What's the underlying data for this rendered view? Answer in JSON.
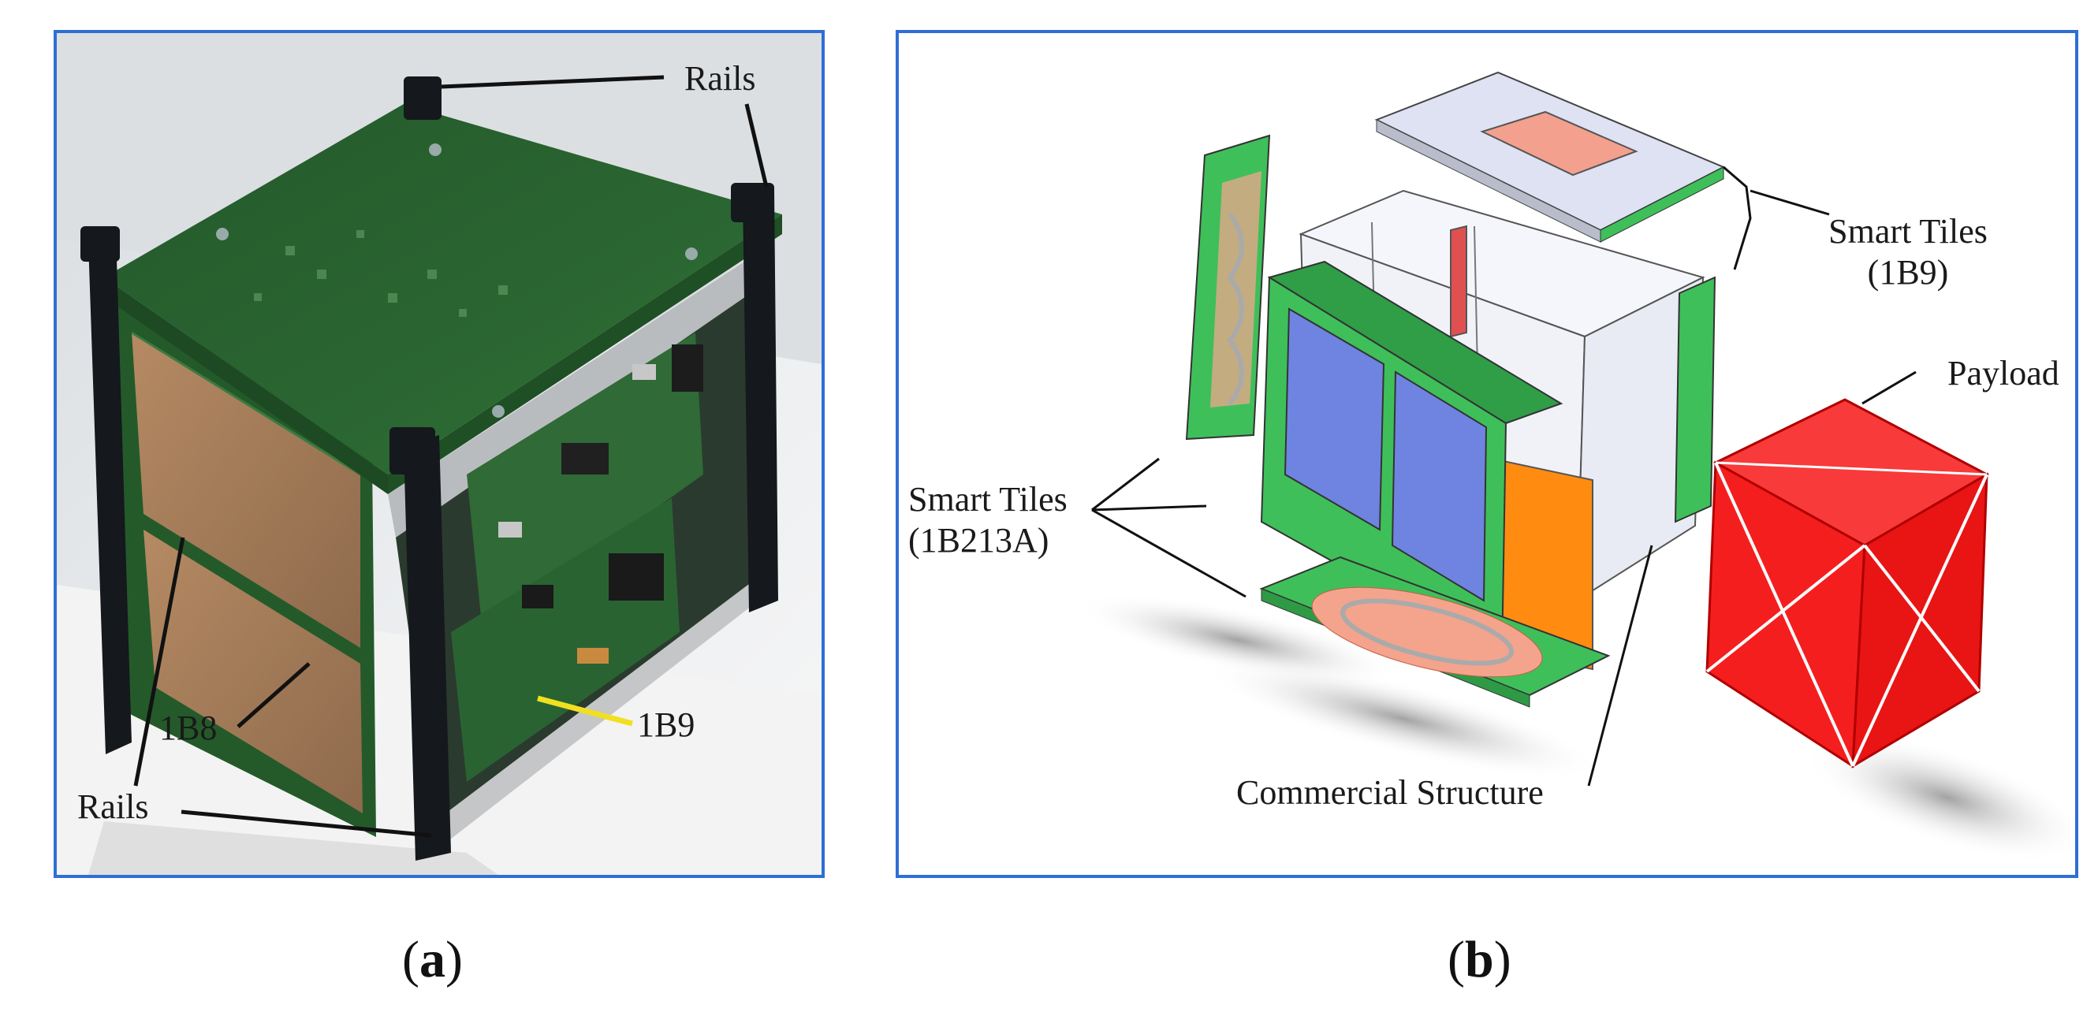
{
  "panel_a": {
    "labels": {
      "rails_top": "Rails",
      "rails_bottom": "Rails",
      "tile_1b8": "1B8",
      "tile_1b9": "1B9"
    },
    "caption": {
      "open": "(",
      "letter": "a",
      "close": ")"
    }
  },
  "panel_b": {
    "labels": {
      "smart_tiles_top_line1": "Smart Tiles",
      "smart_tiles_top_line2": "(1B9)",
      "payload": "Payload",
      "smart_tiles_left_line1": "Smart Tiles",
      "smart_tiles_left_line2": "(1B213A)",
      "commercial_structure": "Commercial Structure"
    },
    "caption": {
      "open": "(",
      "letter": "b",
      "close": ")"
    }
  },
  "colors": {
    "frame_border": "#2e6fd6",
    "pcb_green": "#2e6b35",
    "tile_green": "#3fbf5a",
    "solar_blue": "#6f84e0",
    "payload_red": "#f51e1e",
    "copper": "#b98e67",
    "highlight_yellow": "#f0e020"
  }
}
